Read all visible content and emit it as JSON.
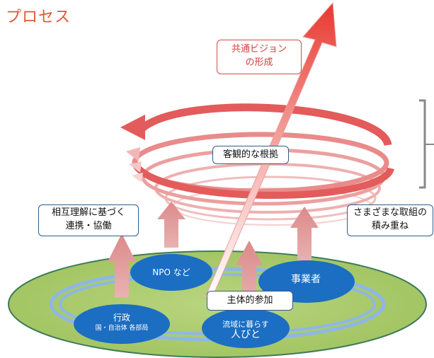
{
  "title": "プロセス",
  "labels": {
    "vision": [
      "共通ビジョン",
      "の形成"
    ],
    "evidence": "客観的な根拠",
    "mutual": [
      "相互理解に基づく",
      "連携・協働"
    ],
    "efforts": [
      "さまざまな取組の",
      "積み重ね"
    ],
    "participation": "主体的参加"
  },
  "actors": {
    "npo": "NPO など",
    "business": "事業者",
    "gov": "行政",
    "gov_sub": "国・自治体 各部局",
    "people_line1": "流域に暮らす",
    "people_line2": "人びと"
  },
  "colors": {
    "title": "#e0563a",
    "ground": "#a9c96b",
    "ground_border": "#3f7a5a",
    "ring": "#8eb7e6",
    "actor_fill": "#1b6ec2",
    "spiral": "#e35b5b",
    "up_arrow": "#e09a9a",
    "main_arrow": "#e8382f"
  }
}
